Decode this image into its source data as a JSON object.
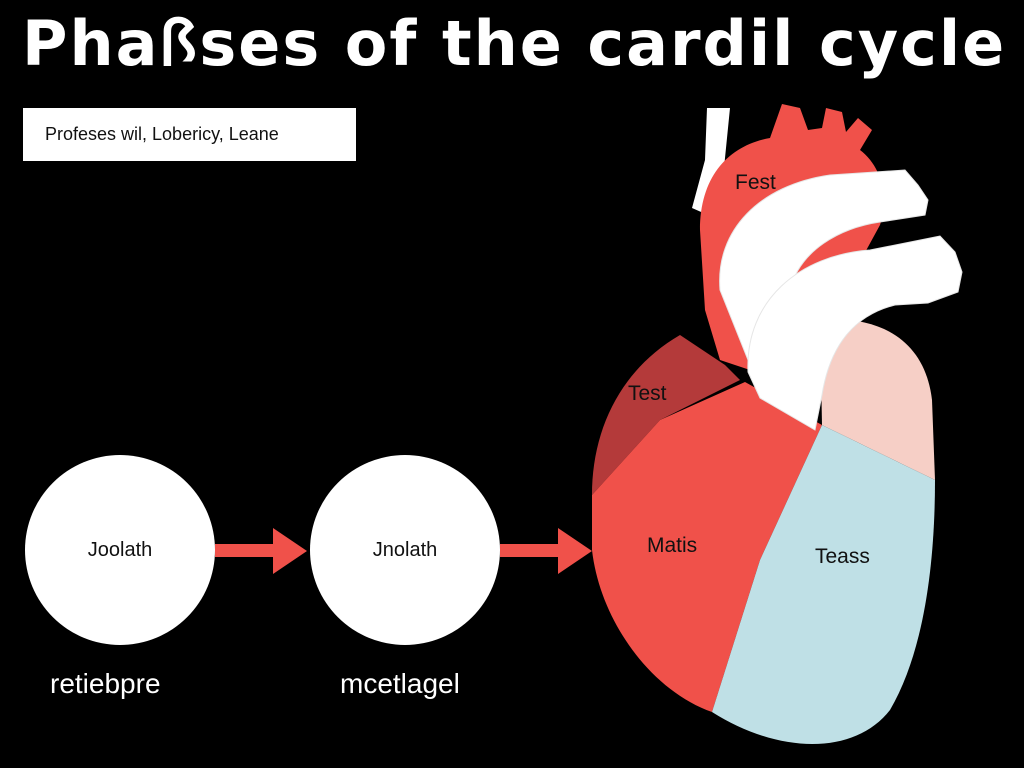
{
  "title": "Phaꟗses of the cardil cycle",
  "subtitle": "Profeses wil, Lobericy, Leane",
  "phases": [
    {
      "label": "Joolath",
      "caption": "retiebpre"
    },
    {
      "label": "Jnolath",
      "caption": "mcetlagel"
    }
  ],
  "heart": {
    "labels": {
      "top": "Fest",
      "left_atrium": "Test",
      "left_ventricle": "Matis",
      "right_ventricle": "Teass"
    }
  },
  "colors": {
    "background": "#000000",
    "accent_red": "#f0514a",
    "dark_red": "#b43a3a",
    "light_blue": "#bfe0e6",
    "pale_pink": "#f6cfc6",
    "white": "#ffffff"
  }
}
